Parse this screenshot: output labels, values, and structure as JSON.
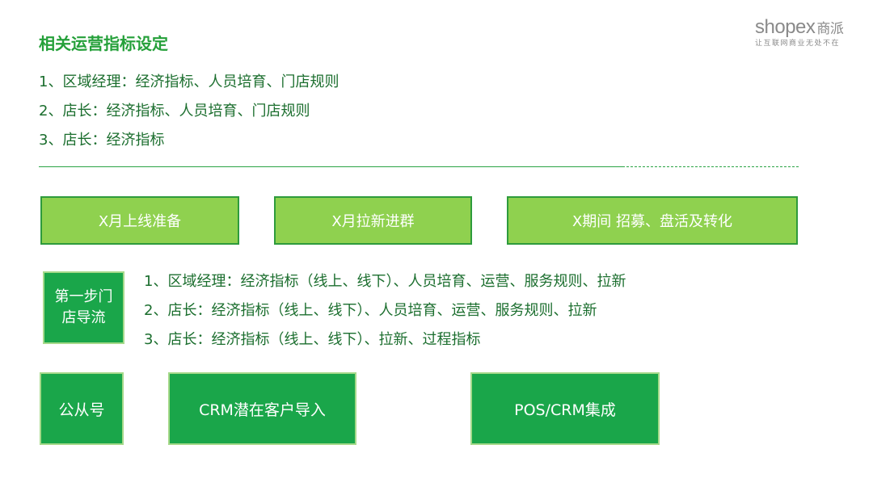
{
  "title": "相关运营指标设定",
  "logo": {
    "brand": "shopex",
    "brand_cn": "商派",
    "slogan": "让互联网商业无处不在"
  },
  "top_list": [
    "1、区域经理：经济指标、人员培育、门店规则",
    "2、店长：经济指标、人员培育、门店规则",
    "3、店长：经济指标"
  ],
  "phases": [
    "X月上线准备",
    "X月拉新进群",
    "X期间 招募、盘活及转化"
  ],
  "step_box": "第一步门店导流",
  "step_list": [
    "1、区域经理：经济指标（线上、线下）、人员培育、运营、服务规则、拉新",
    "2、店长：经济指标（线上、线下）、人员培育、运营、服务规则、拉新",
    "3、店长：经济指标（线上、线下）、拉新、过程指标"
  ],
  "bottom_buttons": [
    "公从号",
    "CRM潜在客户导入",
    "POS/CRM集成"
  ],
  "colors": {
    "title": "#25a03a",
    "light_green": "#8fd14f",
    "dark_green": "#1aa64a",
    "text": "#1b6e2e"
  }
}
